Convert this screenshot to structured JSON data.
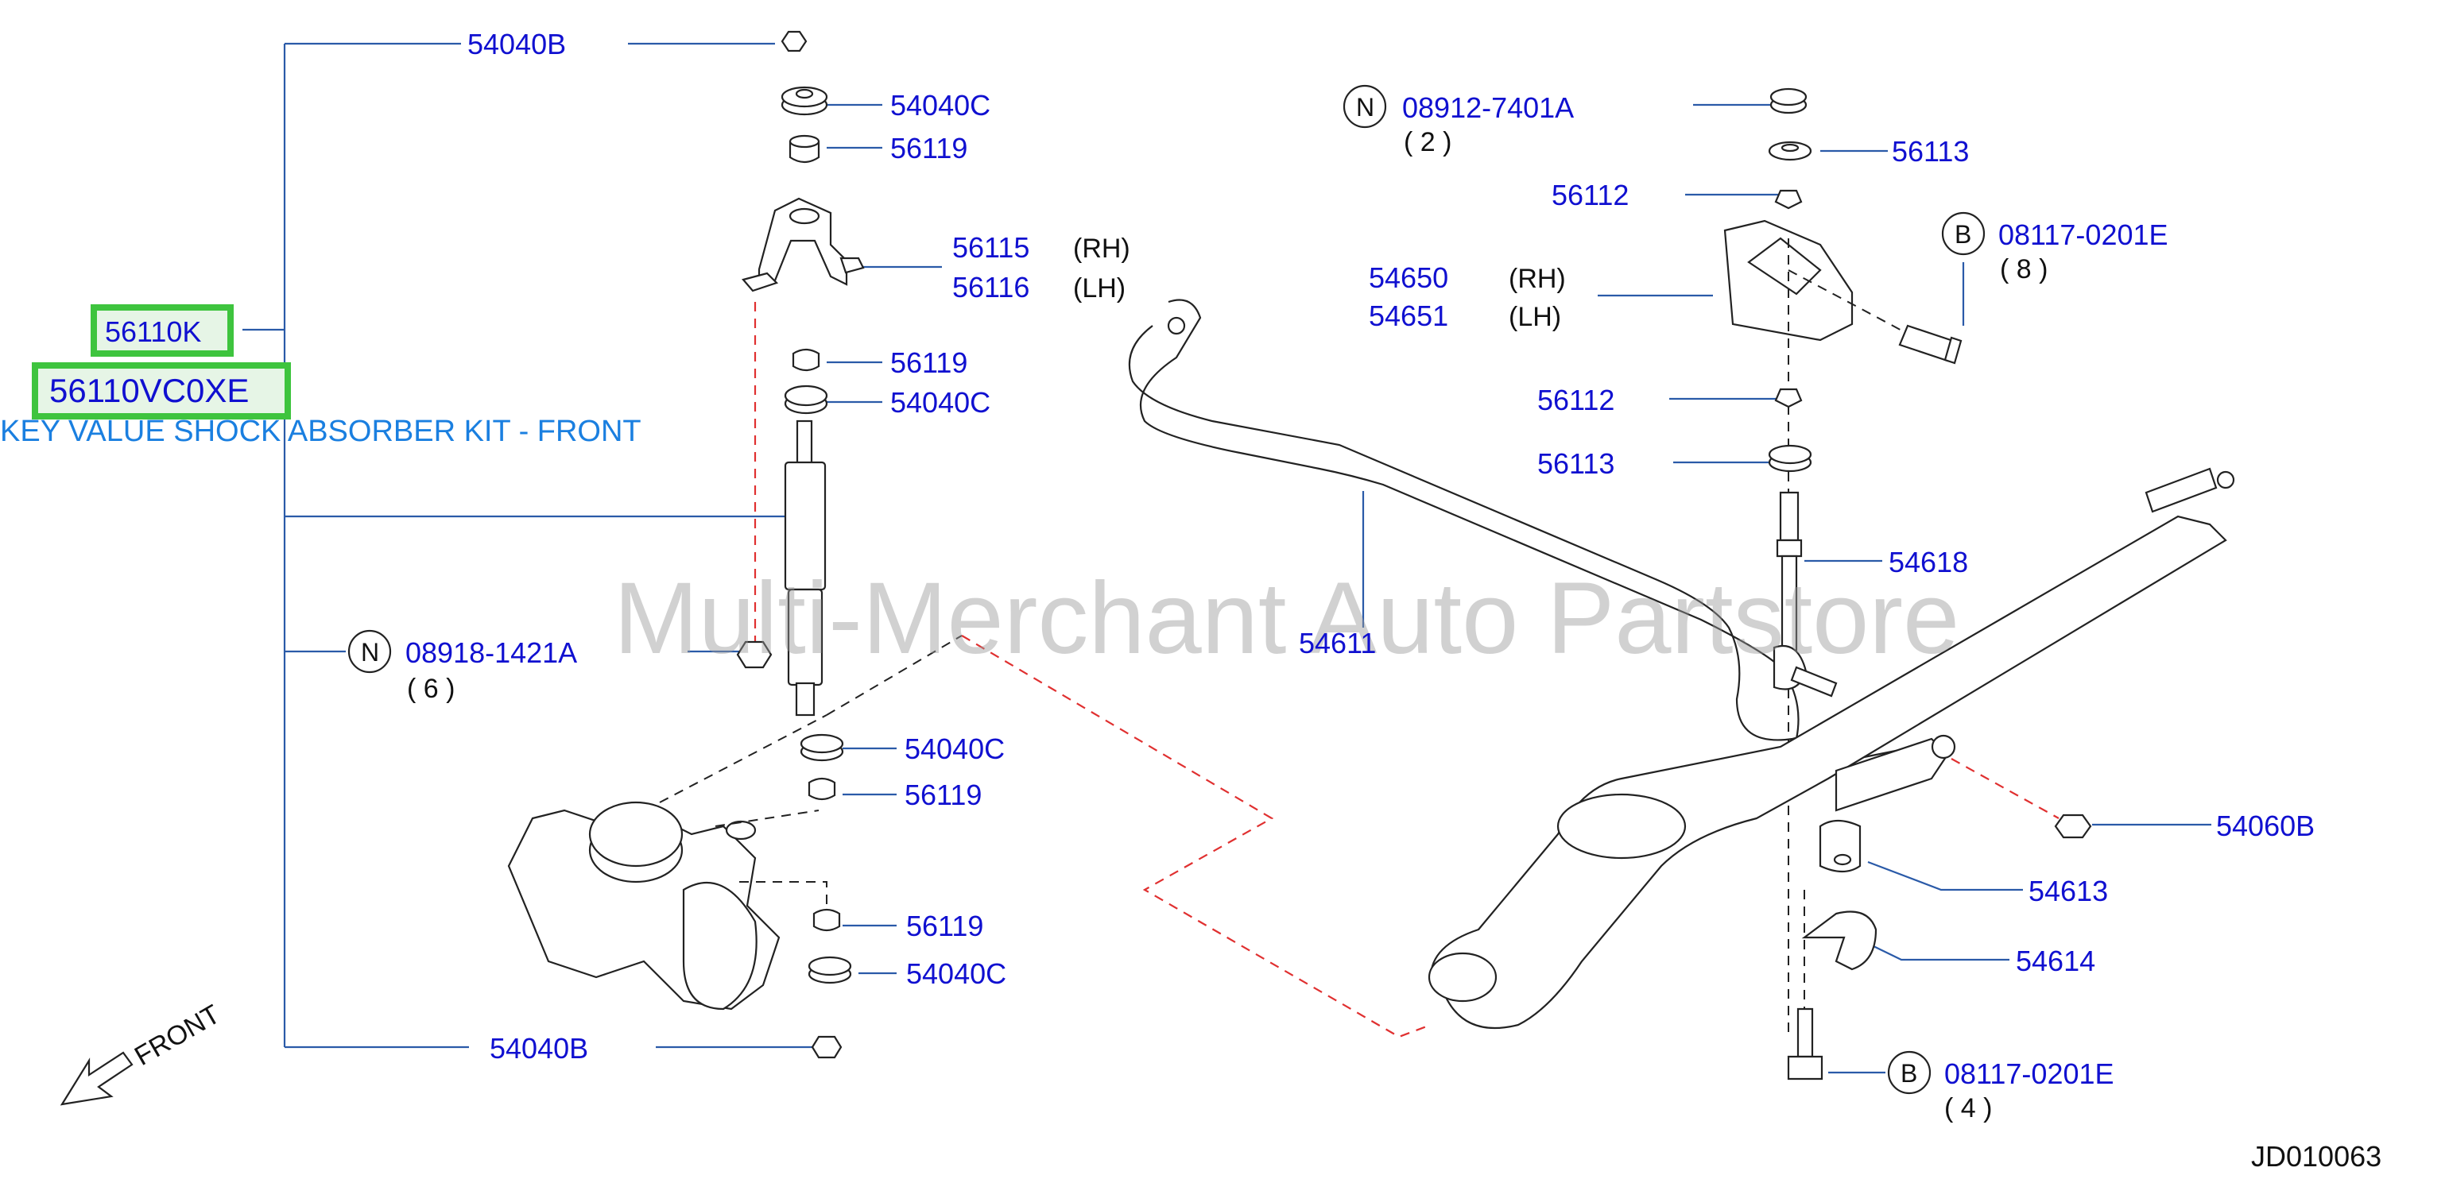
{
  "labels": {
    "p54040B_top": "54040B",
    "p54040C_1": "54040C",
    "p56119_1": "56119",
    "p56115": "56115",
    "p56116": "56116",
    "rh": "(RH)",
    "lh": "(LH)",
    "p56119_2": "56119",
    "p54040C_2": "54040C",
    "kit_part_1": "56110K",
    "kit_part_2": "56110VC0XE",
    "kit_desc": "KEY VALUE SHOCK ABSORBER KIT - FRONT",
    "p08918": "08918-1421A",
    "qty6": "( 6 )",
    "p54040C_3": "54040C",
    "p56119_3": "56119",
    "p56119_4": "56119",
    "p54040C_4": "54040C",
    "p54040B_bot": "54040B",
    "front": "FRONT",
    "p08912": "08912-7401A",
    "qty2": "( 2 )",
    "p56113_1": "56113",
    "p56112_1": "56112",
    "p08117_1": "08117-0201E",
    "qty8": "( 8 )",
    "p54650": "54650",
    "p54651": "54651",
    "rh2": "(RH)",
    "lh2": "(LH)",
    "p56112_2": "56112",
    "p56113_2": "56113",
    "p54618": "54618",
    "p54611": "54611",
    "p54060B": "54060B",
    "p54613": "54613",
    "p54614": "54614",
    "p08117_2": "08117-0201E",
    "qty4": "( 4 )",
    "diagram_code": "JD010063",
    "watermark": "Multi-Merchant Auto Partstore"
  },
  "markers": {
    "n": "N",
    "b": "B"
  },
  "colors": {
    "label_blue": "#1010d0",
    "highlight_green": "#3ec43e",
    "kit_text": "#1a7fe0",
    "dashed_red": "#e03030"
  }
}
